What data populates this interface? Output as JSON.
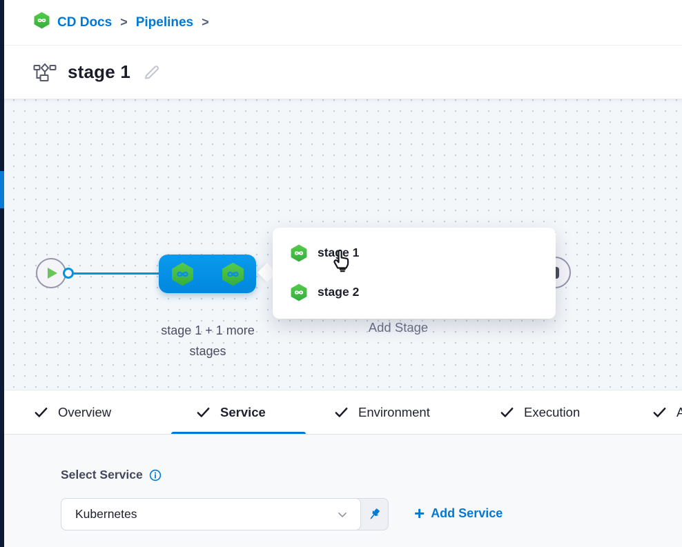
{
  "colors": {
    "accent_blue": "#0278d5",
    "node_blue": "#0092e4",
    "harness_green": "#42ba40",
    "rail_dark": "#0a1b33",
    "dark_text": "#1d1e2c",
    "gray_text": "#4c4e64"
  },
  "breadcrumb": {
    "separator": ">",
    "items": [
      {
        "label": "CD Docs"
      },
      {
        "label": "Pipelines"
      }
    ]
  },
  "header": {
    "title": "stage 1"
  },
  "canvas": {
    "stage_group_label_line1": "stage 1 + 1 more",
    "stage_group_label_line2": "stages",
    "add_stage_label": "Add Stage",
    "popup": {
      "items": [
        {
          "label": "stage 1"
        },
        {
          "label": "stage 2"
        }
      ]
    }
  },
  "tabs": {
    "active": "Service",
    "items": [
      {
        "label": "Overview",
        "checked": true
      },
      {
        "label": "Service",
        "checked": true
      },
      {
        "label": "Environment",
        "checked": true
      },
      {
        "label": "Execution",
        "checked": true
      },
      {
        "label": "Advanced",
        "checked": true
      }
    ]
  },
  "service_panel": {
    "label": "Select Service",
    "selected_value": "Kubernetes",
    "add_service_plus": "+",
    "add_service_label": "Add Service"
  },
  "icons": {
    "logo": "cd-hexagon-infinity-icon",
    "title": "pipeline-stages-icon",
    "edit": "pencil-icon",
    "start": "play-icon",
    "end": "stop-icon",
    "popup_cursor": "pointing-hand-cursor",
    "tab_check": "check-icon",
    "info": "info-icon",
    "select_chevron": "chevron-down-icon",
    "pin": "pushpin-icon"
  }
}
